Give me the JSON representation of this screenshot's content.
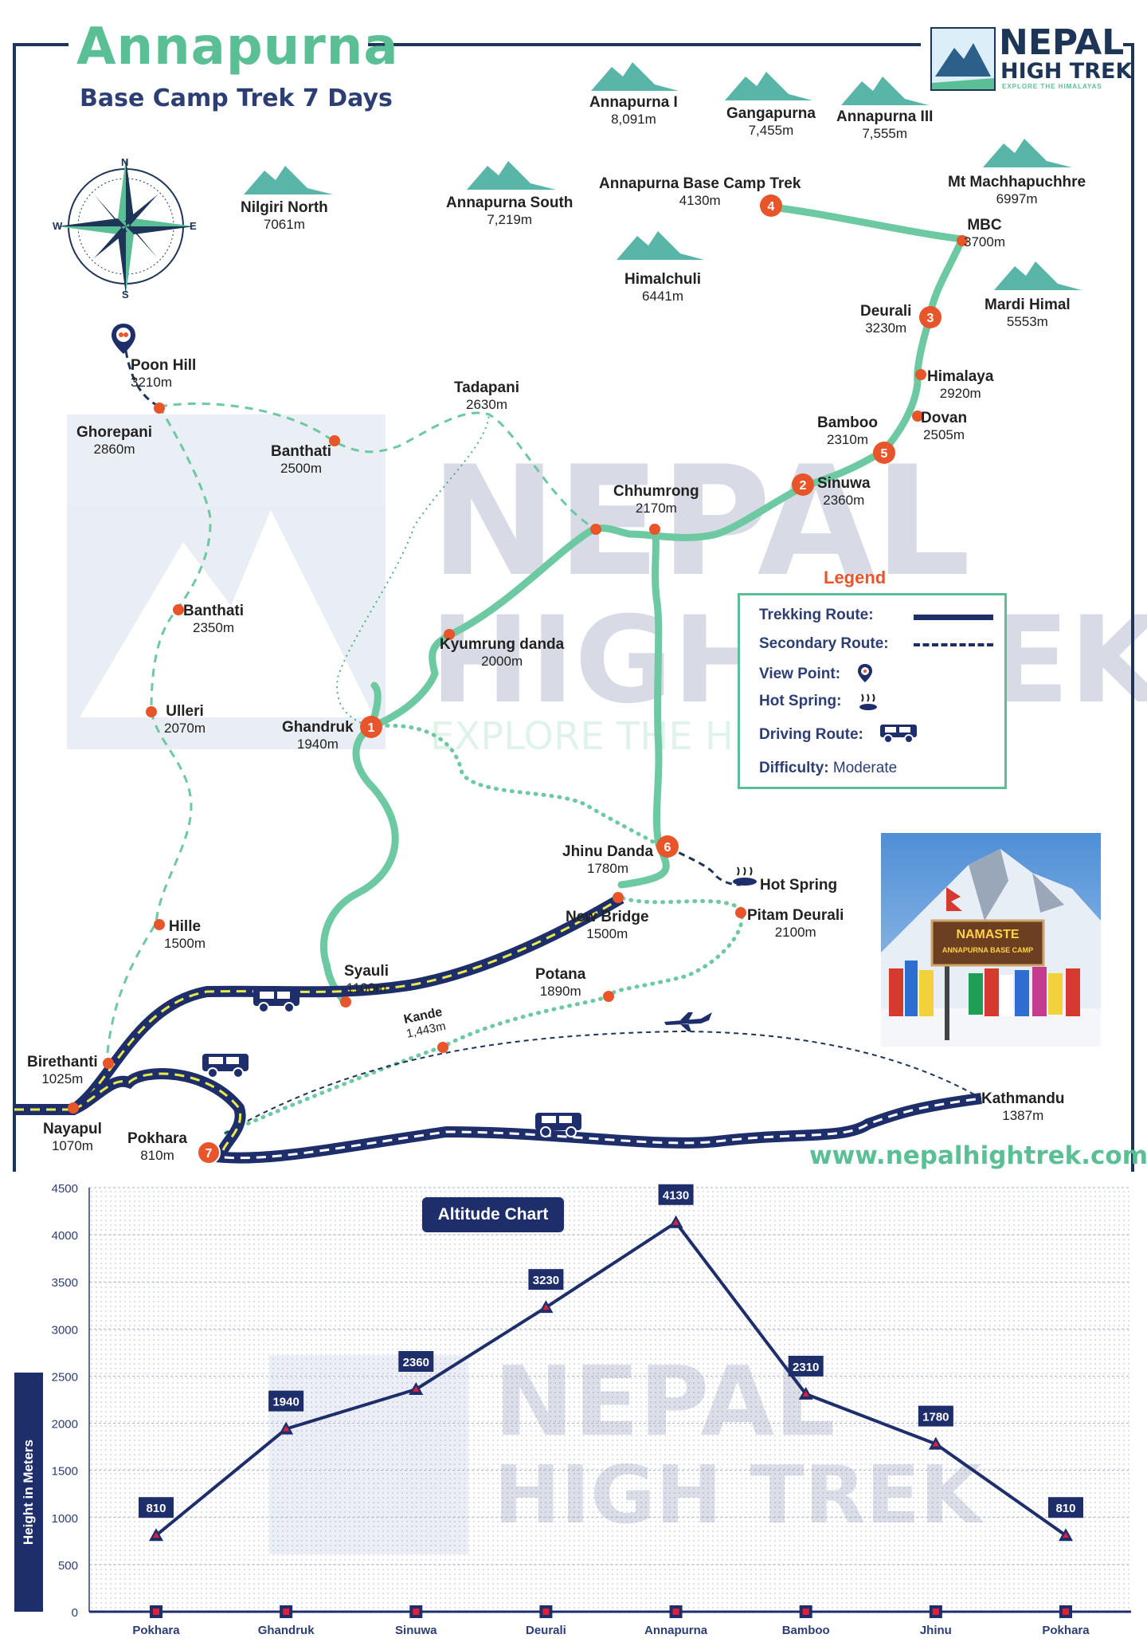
{
  "header": {
    "title": "Annapurna",
    "subtitle": "Base Camp Trek 7 Days",
    "brand_line1": "NEPAL",
    "brand_line2": "HIGH TREK",
    "brand_tagline": "EXPLORE THE HIMALAYAS"
  },
  "compass": {
    "n": "N",
    "s": "S",
    "e": "E",
    "w": "W"
  },
  "peaks": [
    {
      "name": "Annapurna I",
      "alt": "8,091m"
    },
    {
      "name": "Gangapurna",
      "alt": "7,455m"
    },
    {
      "name": "Annapurna III",
      "alt": "7,555m"
    },
    {
      "name": "Nilgiri North",
      "alt": "7061m"
    },
    {
      "name": "Annapurna South",
      "alt": "7,219m"
    },
    {
      "name": "Mt Machhapuchhre",
      "alt": "6997m"
    },
    {
      "name": "Himalchuli",
      "alt": "6441m"
    },
    {
      "name": "Mardi Himal",
      "alt": "5553m"
    }
  ],
  "places": [
    {
      "name": "Annapurna Base Camp Trek",
      "alt": "4130m"
    },
    {
      "name": "MBC",
      "alt": "3700m"
    },
    {
      "name": "Deurali",
      "alt": "3230m"
    },
    {
      "name": "Himalaya",
      "alt": "2920m"
    },
    {
      "name": "Dovan",
      "alt": "2505m"
    },
    {
      "name": "Bamboo",
      "alt": "2310m"
    },
    {
      "name": "Sinuwa",
      "alt": "2360m"
    },
    {
      "name": "Chhumrong",
      "alt": "2170m"
    },
    {
      "name": "Poon Hill",
      "alt": "3210m"
    },
    {
      "name": "Ghorepani",
      "alt": "2860m"
    },
    {
      "name": "Banthati",
      "alt": "2500m"
    },
    {
      "name": "Tadapani",
      "alt": "2630m"
    },
    {
      "name": "Banthati",
      "alt": "2350m"
    },
    {
      "name": "Kyumrung danda",
      "alt": "2000m"
    },
    {
      "name": "Ulleri",
      "alt": "2070m"
    },
    {
      "name": "Ghandruk",
      "alt": "1940m"
    },
    {
      "name": "Jhinu Danda",
      "alt": "1780m"
    },
    {
      "name": "Hot Spring",
      "alt": ""
    },
    {
      "name": "New Bridge",
      "alt": "1500m"
    },
    {
      "name": "Pitam Deurali",
      "alt": "2100m"
    },
    {
      "name": "Hille",
      "alt": "1500m"
    },
    {
      "name": "Syauli",
      "alt": "1100m"
    },
    {
      "name": "Potana",
      "alt": "1890m"
    },
    {
      "name": "Kande",
      "alt": "1,443m"
    },
    {
      "name": "Birethanti",
      "alt": "1025m"
    },
    {
      "name": "Nayapul",
      "alt": "1070m"
    },
    {
      "name": "Pokhara",
      "alt": "810m"
    },
    {
      "name": "Kathmandu",
      "alt": "1387m"
    }
  ],
  "stops": [
    "1",
    "2",
    "3",
    "4",
    "5",
    "6",
    "7"
  ],
  "legend": {
    "title": "Legend",
    "trekking": "Trekking Route:",
    "secondary": "Secondary Route:",
    "view": "View Point:",
    "hot": "Hot Spring:",
    "driving": "Driving Route:",
    "difficulty_label": "Difficulty:",
    "difficulty_value": "Moderate"
  },
  "photo": {
    "sign_line1": "NAMASTE",
    "sign_line2": "ANNAPURNA BASE CAMP"
  },
  "website": "www.nepalhightrek.com",
  "colors": {
    "route": "#6cc9a1",
    "navy": "#1d2e6b",
    "marker": "#e8552a",
    "yellow": "#e9e94a"
  },
  "chart_data": {
    "type": "line",
    "title": "Altitude Chart",
    "ylabel": "Height in Meters",
    "xlabel": "",
    "categories": [
      "Pokhara",
      "Ghandruk",
      "Sinuwa",
      "Deurali",
      "Annapurna",
      "Bamboo",
      "Jhinu",
      "Pokhara"
    ],
    "values": [
      810,
      1940,
      2360,
      3230,
      4130,
      2310,
      1780,
      810
    ],
    "ylim": [
      0,
      4500
    ],
    "yticks": [
      0,
      500,
      1000,
      1500,
      2000,
      2500,
      3000,
      3500,
      4000,
      4500
    ],
    "grid": true
  }
}
